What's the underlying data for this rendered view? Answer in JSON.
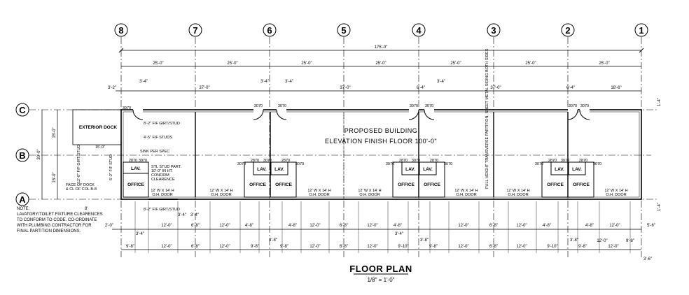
{
  "grid_columns": [
    "8",
    "7",
    "6",
    "5",
    "4",
    "3",
    "2",
    "1"
  ],
  "grid_rows": [
    "C",
    "B",
    "A"
  ],
  "overall_dimension": "175'-0\"",
  "bay_dimensions": [
    "25'-0\"",
    "25'-0\"",
    "25'-0\"",
    "25'-0\"",
    "25'-0\"",
    "25'-0\"",
    "25'-0\""
  ],
  "upper_dims": {
    "left_offset": "3'-2\"",
    "top_small": [
      "3'-4\"",
      "3'-4\"",
      "3'-4\"",
      "3'-4\""
    ],
    "top_pairs": [
      "6'-4\"",
      "6'-4\""
    ],
    "spans": [
      "37'-0\"",
      "37'-0\"",
      "37'-0\"",
      "18'-6\""
    ]
  },
  "vertical_dims": {
    "total": "30'-0\"",
    "upper": "15'-0\"",
    "lower": "15'-0\"",
    "right_top": "1'-4\"",
    "right_bottom": "1'-4\"",
    "left_small": "8'"
  },
  "exterior_dock": "EXTERIOR DOCK",
  "building_label": [
    "PROPOSED BUILDING",
    "ELEVATION FINISH FLOOR 100'-0\""
  ],
  "office_label": "OFFICE",
  "lav_label": "LAV.",
  "door_tags": [
    "3070",
    "2870",
    "3070"
  ],
  "door_label": [
    "12' W X 14' H",
    "O.H. DOOR"
  ],
  "left_notes": {
    "girt1": "8'-2\" F/F GIRT/STUD",
    "studs": "4'-5\" F/F STUDS",
    "sink": "SINK PER SPEC",
    "stud_part": [
      "STL STUD PART.",
      "10'-0\" IN HT.",
      "CONFIRM",
      "CLEARENCE"
    ],
    "dock_dim": "15'-0\"",
    "face_dock": [
      "FACE OF DOCK",
      "& CL OF COL B-8"
    ],
    "girt_side": "12'-0\" F/F GIRT/STUD",
    "stud_side": "5'-2\" F/F STUD",
    "girt2": "8'-2\" F/F GIRT/STUD",
    "girt2_dims": [
      "3'-4\"",
      "3'-4\""
    ]
  },
  "partition_note": "FULL HEIGHT TRANSVERSE PARTITION, SHEET METAL SIDING BOTH SIDES",
  "lower_dims_row1": [
    "2'-0\"",
    "3'-4\"",
    "12'-0\"",
    "6'-8\"",
    "12'-0\"",
    "4'-8\"",
    "4'-8\"",
    "12'-0\"",
    "6'-8\"",
    "12'-0\"",
    "4'-8\"",
    "3'-4\"",
    "12'-0\"",
    "6'-8\"",
    "12'-0\"",
    "4'-8\"",
    "4'-8\"",
    "12'-0\"",
    "5'-6\""
  ],
  "lower_dims_row2": [
    "9'-8\"",
    "12'-0\"",
    "6'-8\"",
    "12'-0\"",
    "9'-8\"",
    "9'-8\"",
    "12'-0\"",
    "6'-8\"",
    "12'-0\"",
    "9'-10\"",
    "9'-8\"",
    "12'-0\"",
    "6'-8\"",
    "12'-0\"",
    "9'-10\"",
    "9'-8\"",
    "12'-0\"",
    "9'-8\"",
    "12'-0\""
  ],
  "small_3_8": "3'-8\"",
  "bottom_right": "3'-6\"",
  "note_text": [
    "NOTE:",
    "LAVATORY/TOILET FIXTURE CLEARENCES",
    "TO CONFORM TO CODE. CO-ORDINATE",
    "WITH PLUMBING CONTRACTOR FOR",
    "FINAL PARTITION DIMENSIONS."
  ],
  "title": "FLOOR PLAN",
  "scale": "1/8\" = 1'-0\""
}
